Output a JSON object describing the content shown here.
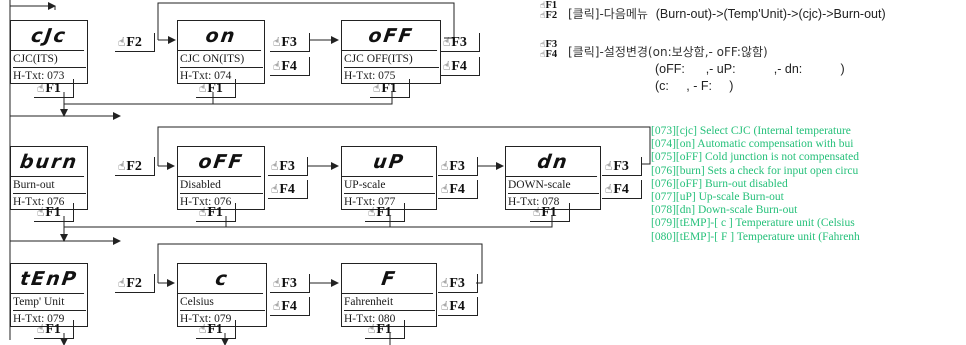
{
  "boxes": {
    "cjc": {
      "segment": "cJc",
      "name": "CJC(ITS)",
      "htxt": "H-Txt: 073"
    },
    "cjc_on": {
      "segment": "on",
      "name": "CJC ON(ITS)",
      "htxt": "H-Txt: 074"
    },
    "cjc_off": {
      "segment": "oFF",
      "name": "CJC OFF(ITS)",
      "htxt": "H-Txt: 075"
    },
    "burn": {
      "segment": "burn",
      "name": "Burn-out",
      "htxt": "H-Txt: 076"
    },
    "disabled": {
      "segment": "oFF",
      "name": "Disabled",
      "htxt": "H-Txt: 076"
    },
    "upscale": {
      "segment": "uP",
      "name": "UP-scale",
      "htxt": "H-Txt: 077"
    },
    "downscale": {
      "segment": "dn",
      "name": "DOWN-scale",
      "htxt": "H-Txt: 078"
    },
    "temp": {
      "segment": "tEnP",
      "name": "Temp' Unit",
      "htxt": "H-Txt: 079"
    },
    "celsius": {
      "segment": "c",
      "name": "Celsius",
      "htxt": "H-Txt: 079"
    },
    "fahrenheit": {
      "segment": "F",
      "name": "Fahrenheit",
      "htxt": "H-Txt: 080"
    }
  },
  "keys": {
    "f1": "F1",
    "f2": "F2",
    "f3": "F3",
    "f4": "F4"
  },
  "legend": {
    "line1_click": "[클릭]-다음메뉴",
    "line1_seq": "(Burn-out)->(Temp'Unit)->(cjc)->Burn-out)",
    "line2_click": "[클릭]-설정변경(on:보상함,- oFF:않함)",
    "line3": "(oFF:      ,- uP:           ,- dn:           )",
    "line4": "(c:     , - F:     )"
  },
  "descriptions": [
    "[073][cjc] Select CJC (Internal temperature",
    "[074][on] Automatic compensation with bui",
    "[075][oFF] Cold junction is not compensated",
    "[076][burn] Sets a check for input open circu",
    "[076][oFF] Burn-out disabled",
    "[077][uP] Up-scale Burn-out",
    "[078][dn] Down-scale Burn-out",
    "[079][tEMP]-[ c ] Temperature unit (Celsius",
    "[080][tEMP]-[ F ] Temperature unit (Fahrenh"
  ],
  "colors": {
    "line": "#222222",
    "desc_text": "#25c07a",
    "text": "#1a1a1a"
  }
}
